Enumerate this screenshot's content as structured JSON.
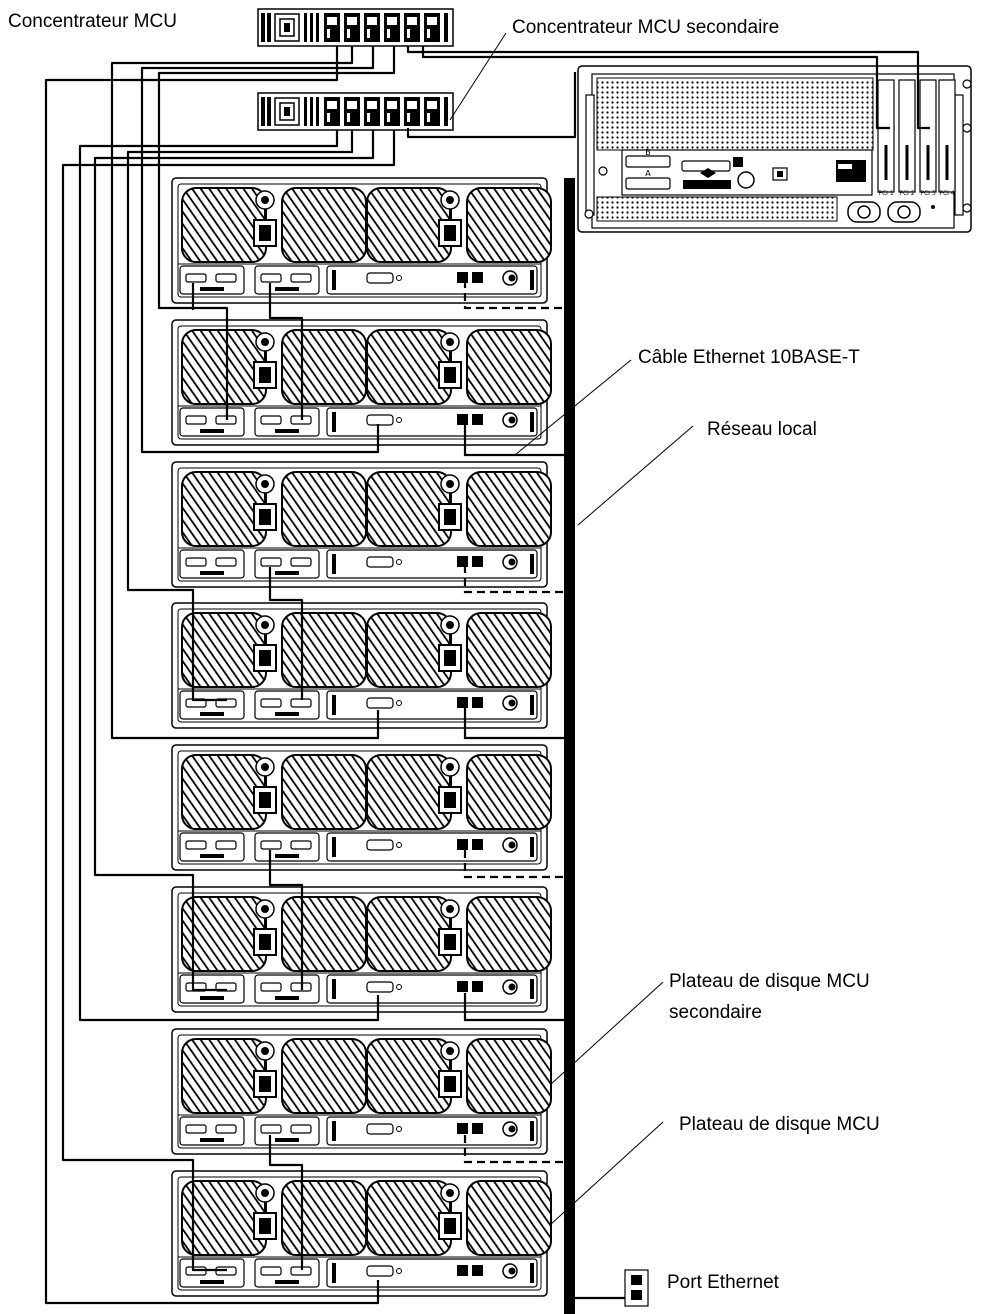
{
  "labels": {
    "concentrator": "Concentrateur MCU",
    "concentrator_secondary": "Concentrateur MCU secondaire",
    "ethernet_cable": "Câble Ethernet 10BASE-T",
    "lan": "Réseau local",
    "tray_secondary_line1": "Plateau de disque MCU",
    "tray_secondary_line2": "secondaire",
    "tray": "Plateau de disque MCU",
    "ethernet_port": "Port Ethernet"
  },
  "server_markings": {
    "port_b": "B",
    "port_a": "A",
    "slot_1": "PCI 1",
    "slot_2": "PCI 2",
    "slot_3": "PCI 3",
    "slot_4": "PCI 4"
  },
  "tray_count": 8
}
